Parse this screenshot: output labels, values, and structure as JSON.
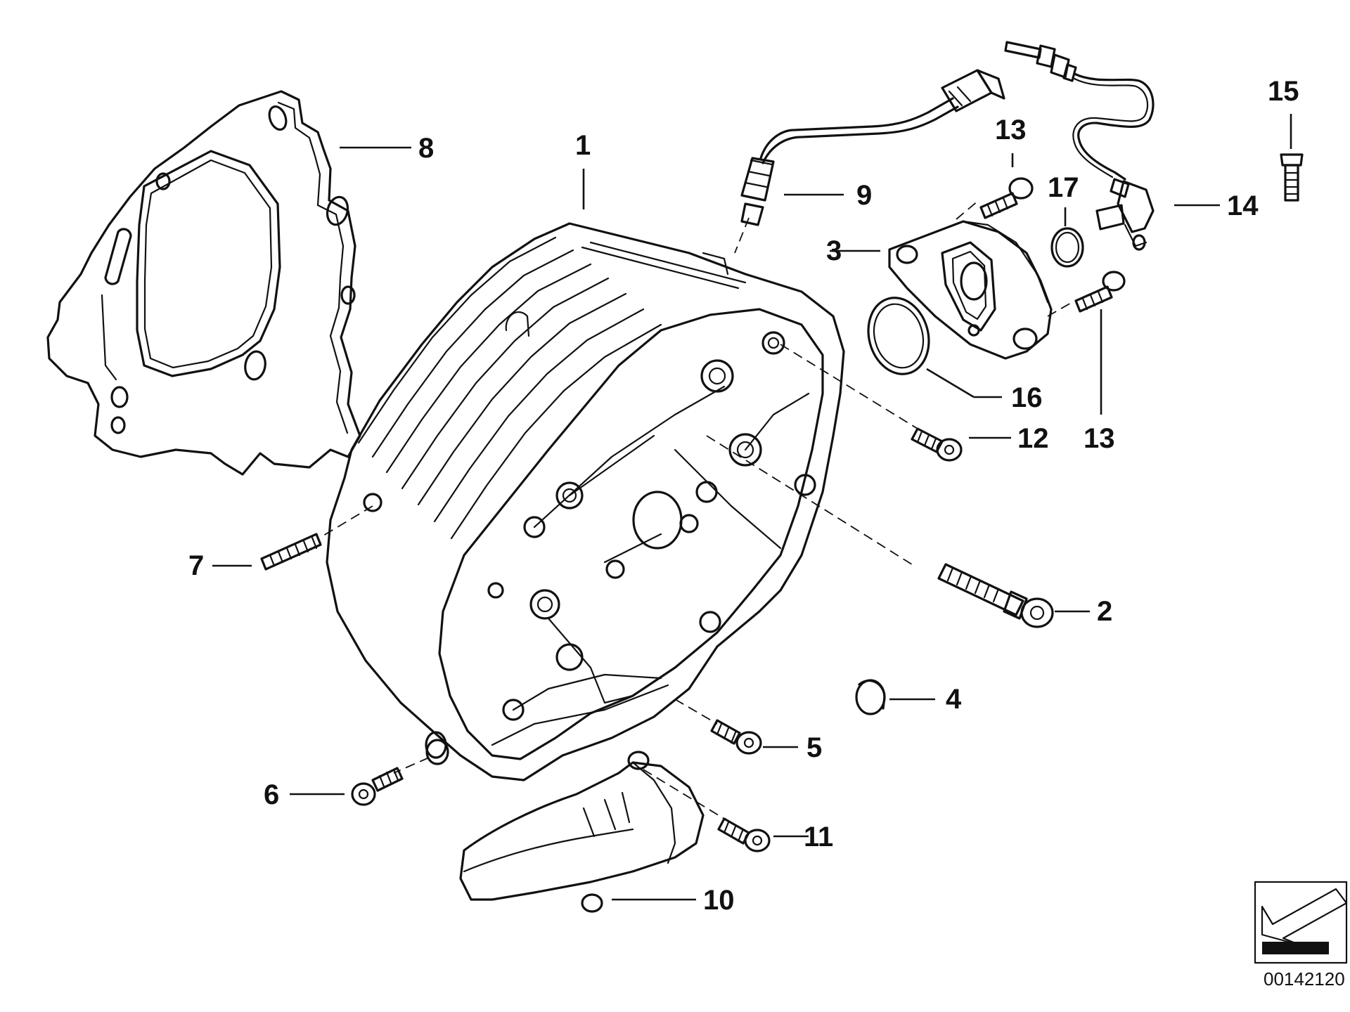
{
  "callouts": {
    "c1": "1",
    "c2": "2",
    "c3": "3",
    "c4": "4",
    "c5": "5",
    "c6": "6",
    "c7": "7",
    "c8": "8",
    "c9": "9",
    "c10": "10",
    "c11": "11",
    "c12": "12",
    "c13a": "13",
    "c13b": "13",
    "c14": "14",
    "c15": "15",
    "c16": "16",
    "c17": "17"
  },
  "reference_number": "00142120"
}
